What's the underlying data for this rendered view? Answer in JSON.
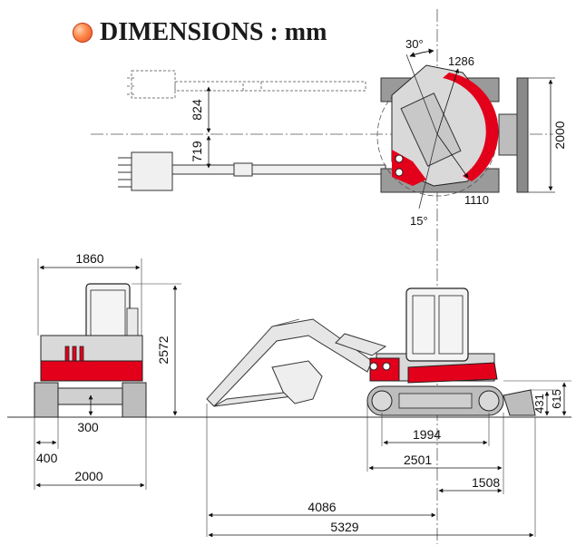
{
  "title": "DIMENSIONS : mm",
  "colors": {
    "accent": "#e3001b",
    "body_gray": "#d9d9d9",
    "outline": "#222222"
  },
  "top_view": {
    "swing_angle_top": "30°",
    "swing_angle_bottom": "15°",
    "offset_upper": "824",
    "offset_lower": "719",
    "tail_radius": "1286",
    "front_radius": "1110",
    "track_width": "2000"
  },
  "front_view": {
    "overall_width": "1860",
    "overall_height": "2572",
    "ground_clearance": "300",
    "track_shoe_width": "400",
    "track_gauge_width": "2000"
  },
  "side_view": {
    "tumbler_length": "1994",
    "track_length": "2501",
    "tail_to_center": "1508",
    "blade_height": "431",
    "blade_lift": "615",
    "transport_length_1": "4086",
    "transport_length_2": "5329"
  }
}
